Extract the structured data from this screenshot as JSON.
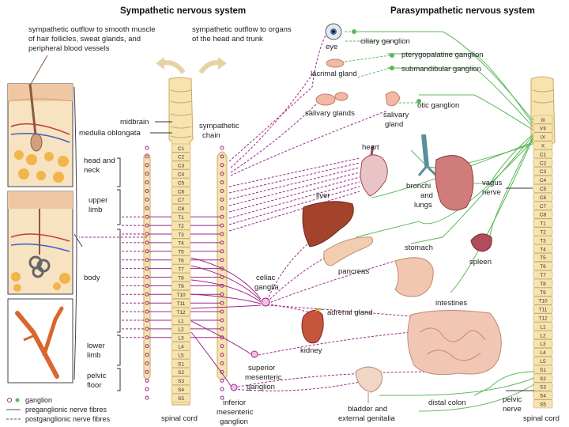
{
  "titles": {
    "sympathetic": "Sympathetic nervous system",
    "parasympathetic": "Parasympathetic nervous system"
  },
  "top_labels": {
    "outflow_smooth": [
      "sympathetic outflow to smooth muscle",
      "of hair follicles, sweat glands, and",
      "peripheral blood vessels"
    ],
    "outflow_organs": [
      "sympathetic outflow to organs",
      "of the head and trunk"
    ]
  },
  "brain_labels": {
    "midbrain": "midbrain",
    "medulla": "medulla oblongata",
    "sympathetic_chain": [
      "sympathetic",
      "chain"
    ]
  },
  "body_regions": {
    "head_neck": [
      "head and",
      "neck"
    ],
    "upper_limb": [
      "upper",
      "limb"
    ],
    "body": "body",
    "lower_limb": [
      "lower",
      "limb"
    ],
    "pelvic_floor": [
      "pelvic",
      "floor"
    ]
  },
  "segments_left": [
    "C1",
    "C2",
    "C3",
    "C4",
    "C5",
    "C6",
    "C7",
    "C8",
    "T1",
    "T2",
    "T3",
    "T4",
    "T5",
    "T6",
    "T7",
    "T8",
    "T9",
    "T10",
    "T11",
    "T12",
    "L1",
    "L2",
    "L3",
    "L4",
    "L5",
    "S1",
    "S2",
    "S3",
    "S4",
    "S5"
  ],
  "segments_right": [
    "III",
    "VII",
    "IX",
    "X",
    "C1",
    "C2",
    "C3",
    "C4",
    "C5",
    "C6",
    "C7",
    "C8",
    "T1",
    "T2",
    "T3",
    "T4",
    "T5",
    "T6",
    "T7",
    "T8",
    "T9",
    "T10",
    "T11",
    "T12",
    "L1",
    "L2",
    "L3",
    "L4",
    "L5",
    "S1",
    "S2",
    "S3",
    "S4",
    "S5"
  ],
  "organs": {
    "eye": "eye",
    "lacrimal": "lacrimal gland",
    "salivary_glands": "salivary glands",
    "salivary_gland": [
      "salivary",
      "gland"
    ],
    "heart": "heart",
    "liver": "liver",
    "bronchi": [
      "bronchi",
      "and",
      "lungs"
    ],
    "pancreas": "pancreas",
    "stomach": "stomach",
    "spleen": "spleen",
    "adrenal": "adrenal gland",
    "kidney": "kidney",
    "intestines": "intestines",
    "distal_colon": "distal colon",
    "bladder": [
      "bladder and",
      "external genitalia"
    ]
  },
  "ganglia": {
    "ciliary": "ciliary ganglion",
    "pterygopalatine": "pterygopalatine ganglion",
    "submandibular": "submandibular ganglion",
    "otic": "otic ganglion",
    "celiac": [
      "celiac",
      "ganglia"
    ],
    "superior_mesenteric": [
      "superior",
      "mesenteric",
      "ganglion"
    ],
    "inferior_mesenteric": [
      "inferior",
      "mesenteric",
      "ganglion"
    ]
  },
  "nerves": {
    "vagus": [
      "vagus",
      "nerve"
    ],
    "pelvic": [
      "pelvic",
      "nerve"
    ]
  },
  "bottom_labels": {
    "spinal_cord_left": "spinal cord",
    "spinal_cord_right": "spinal cord"
  },
  "legend": {
    "ganglion": "ganglion",
    "preganglionic": "preganglionic nerve fibres",
    "postganglionic": "postganglionic nerve fibres"
  },
  "colors": {
    "sympathetic": "#9b2a8a",
    "parasympathetic": "#5cb85c",
    "cord_fill": "#f6e3b0",
    "cord_stroke": "#c9a961",
    "organ_red": "#c0563c"
  }
}
